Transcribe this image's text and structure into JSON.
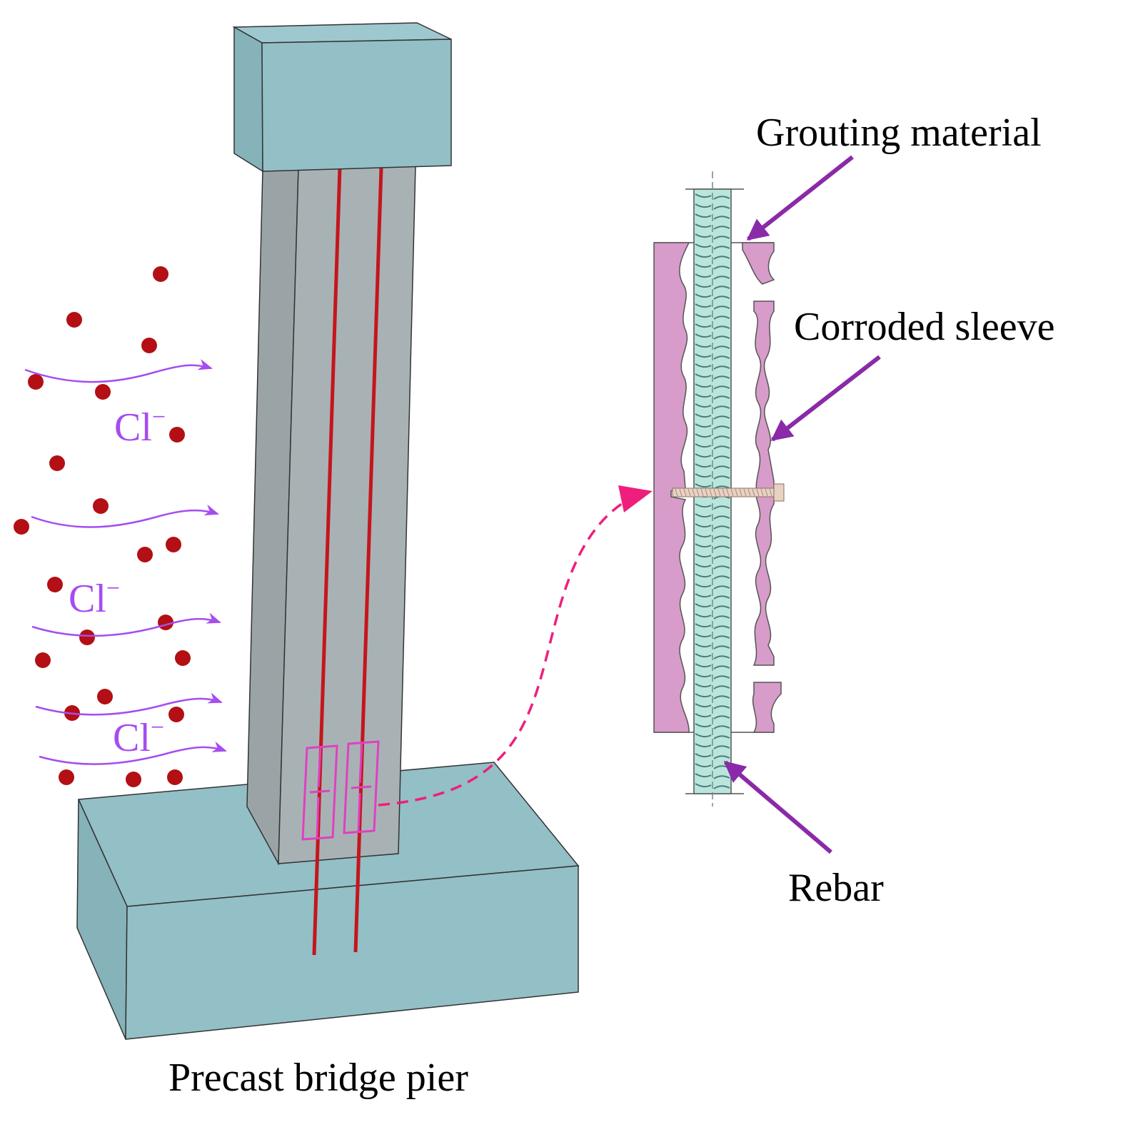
{
  "labels": {
    "pier": "Precast bridge pier",
    "grouting": "Grouting material",
    "sleeve": "Corroded sleeve",
    "rebar": "Rebar"
  },
  "ion": {
    "symbol": "Cl",
    "charge": "−"
  },
  "colors": {
    "concrete": "#93bfc6",
    "column_face": "#a8b2b5",
    "column_side": "#9aa4a7",
    "rebar_red": "#c4161c",
    "ion_dot": "#b30f14",
    "ion_text": "#a64cf0",
    "sleeve_pink": "#d79cc9",
    "grout_fill": "#b9e6dc",
    "callout_arrow": "#8a2aa8",
    "zoom_link": "#ee1f7c",
    "box_outline": "#e040c0"
  }
}
